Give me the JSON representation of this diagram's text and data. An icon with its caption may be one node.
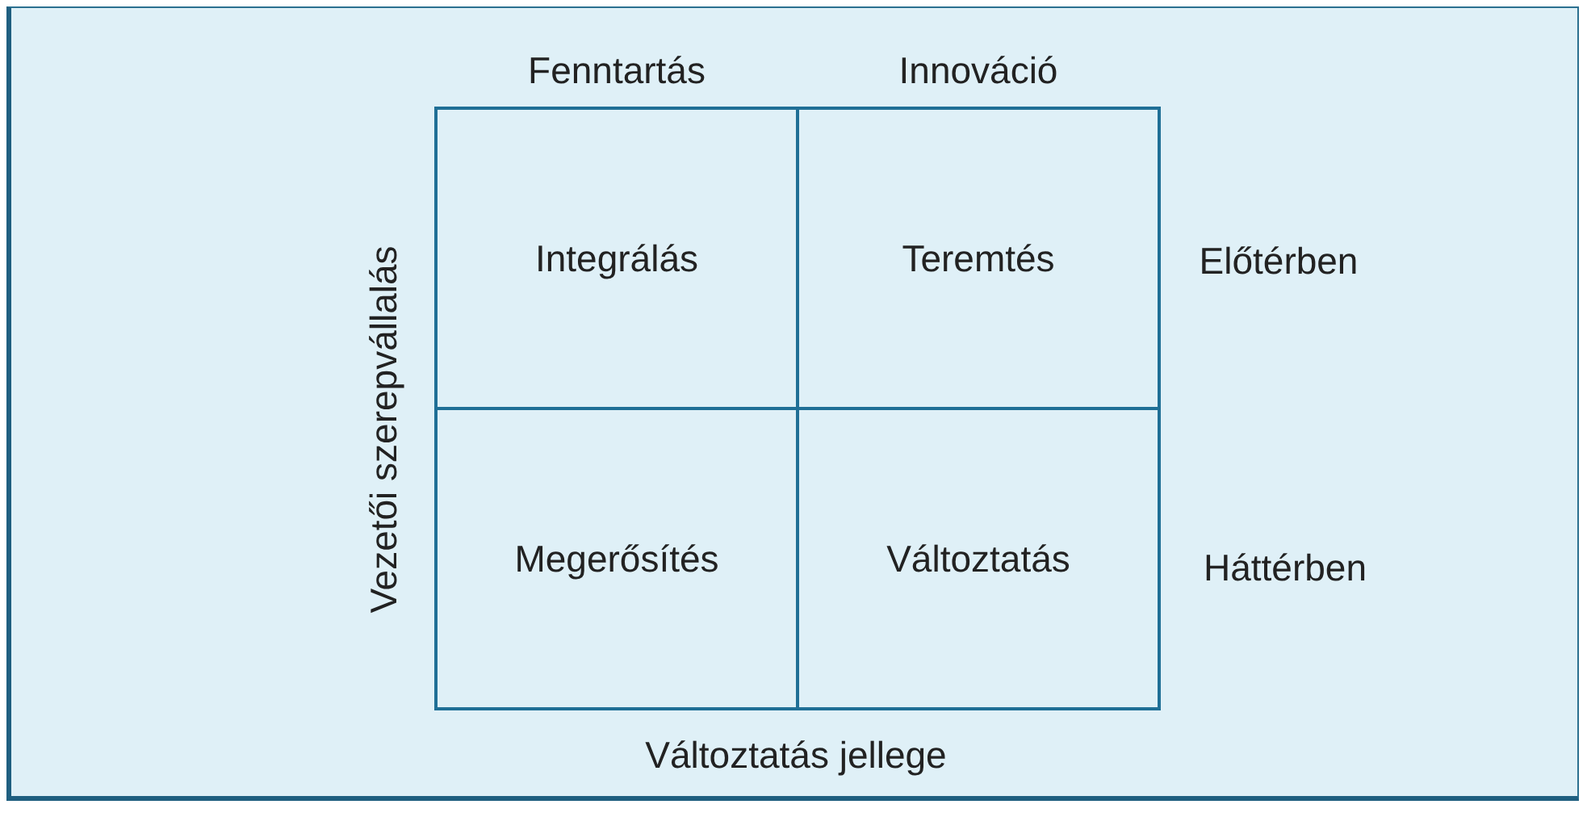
{
  "diagram": {
    "nodes": [
      {
        "text": [
          "Integrálás"
        ]
      },
      {
        "text": [
          "Teremtés"
        ]
      },
      {
        "text": [
          "Megerősítés"
        ]
      },
      {
        "text": [
          "Változtatás"
        ]
      }
    ],
    "labels": [
      "Fenntartás",
      "Innováció",
      "Vezetői szerepvállalás",
      "Előtérben",
      "Háttérben",
      "Változtatás jellege"
    ]
  }
}
